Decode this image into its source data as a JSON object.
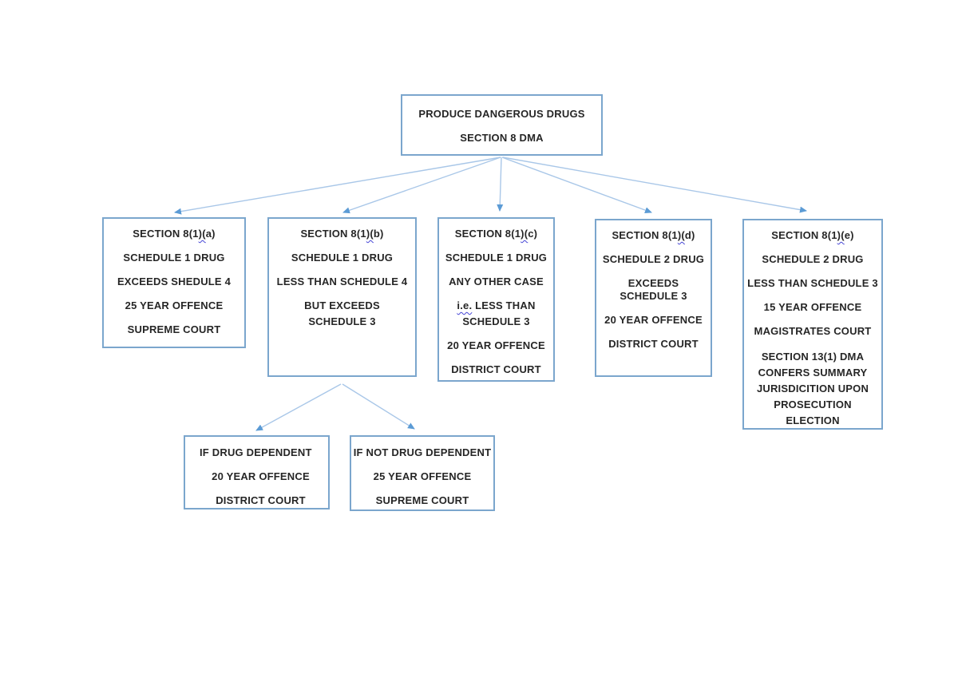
{
  "colors": {
    "box_border": "#7ba6cd",
    "arrow_line": "#a9c7e8",
    "arrow_head": "#5b9bd5",
    "text": "#262626",
    "squiggle": "#4545d6"
  },
  "root_box": {
    "line1": "PRODUCE DANGEROUS DRUGS",
    "line2": "SECTION 8 DMA"
  },
  "boxes": {
    "a": {
      "title": [
        "SECTION 8(1",
        ")(",
        "a)"
      ],
      "lines": [
        "SCHEDULE 1 DRUG",
        "EXCEEDS SHEDULE 4",
        "25 YEAR OFFENCE",
        "SUPREME COURT"
      ]
    },
    "b": {
      "title": [
        "SECTION 8(1",
        ")(",
        "b)"
      ],
      "lines": [
        "SCHEDULE 1 DRUG",
        "LESS THAN SCHEDULE 4",
        "BUT EXCEEDS",
        "SCHEDULE 3"
      ]
    },
    "c": {
      "title": [
        "SECTION 8(1",
        ")(",
        "c)"
      ],
      "lines_before": [
        "SCHEDULE 1 DRUG",
        "ANY OTHER CASE"
      ],
      "abbrev": "i.e.",
      "abbrev_rest": "LESS THAN",
      "wrap_line": "SCHEDULE 3",
      "lines_after": [
        "20 YEAR OFFENCE",
        "DISTRICT COURT"
      ]
    },
    "d": {
      "title": [
        "SECTION 8(1",
        ")(",
        "d)"
      ],
      "lines": [
        "SCHEDULE 2 DRUG",
        "EXCEEDS SCHEDULE 3",
        "20 YEAR OFFENCE",
        "DISTRICT COURT"
      ]
    },
    "e": {
      "title": [
        "SECTION 8(1",
        ")(",
        "e)"
      ],
      "lines": [
        "SCHEDULE 2 DRUG",
        "LESS THAN SCHEDULE 3",
        "15 YEAR OFFENCE",
        "MAGISTRATES COURT"
      ],
      "note": [
        "SECTION 13(1) DMA",
        "CONFERS SUMMARY",
        "JURISDICITION UPON",
        "PROSECUTION",
        "ELECTION"
      ]
    }
  },
  "sub_left": {
    "lines": [
      "IF DRUG DEPENDENT",
      "20 YEAR OFFENCE",
      "DISTRICT COURT"
    ]
  },
  "sub_right": {
    "lines": [
      "IF NOT DRUG DEPENDENT",
      "25 YEAR OFFENCE",
      "SUPREME COURT"
    ]
  }
}
